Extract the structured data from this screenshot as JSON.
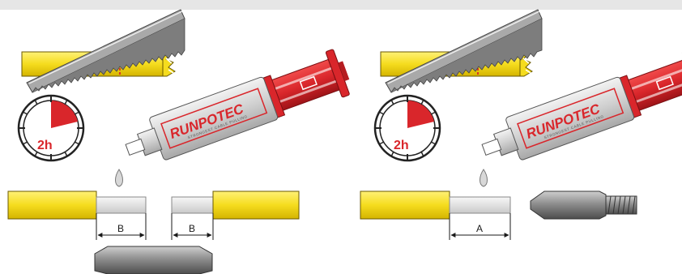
{
  "left_panel": {
    "clock_label": "2h",
    "syringe_brand": "RUNPOTEC",
    "syringe_tagline": "STRONGEST CABLE PULLING",
    "dimension_left": "B",
    "dimension_right": "B"
  },
  "right_panel": {
    "clock_label": "2h",
    "syringe_brand": "RUNPOTEC",
    "syringe_tagline": "STRONGEST CABLE PULLING",
    "dimension": "A"
  },
  "colors": {
    "rod_yellow": "#f5dc1e",
    "rod_outline": "#6b5a00",
    "syringe_red": "#d9262b",
    "syringe_body": "#d8d8d8",
    "core_grey": "#e3e3e3",
    "connector_grey": "#8a8a8a",
    "cut_line": "#d9262b"
  }
}
